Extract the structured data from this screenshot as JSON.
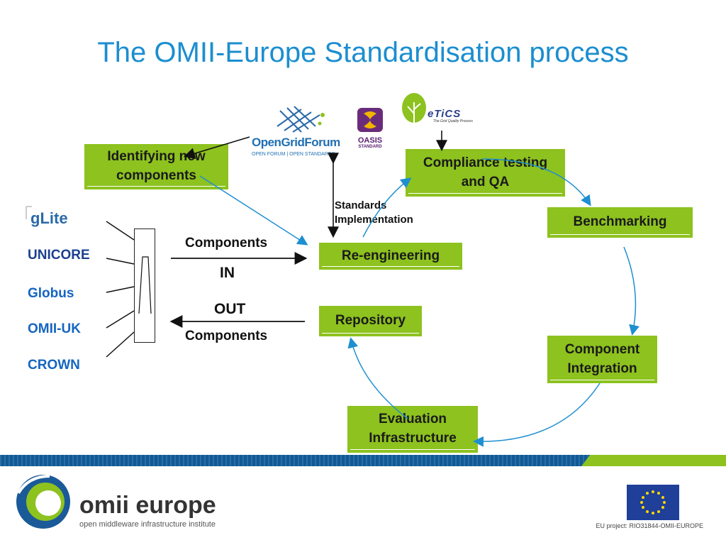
{
  "title": "The OMII-Europe Standardisation process",
  "logos": {
    "ogf": {
      "name": "OpenGridForum",
      "sub": "OPEN FORUM | OPEN STANDARDS"
    },
    "oasis": {
      "name": "OASIS",
      "sub": "STANDARD"
    },
    "etics": {
      "name": "eTiCS",
      "sub": "The Grid Quality Process"
    }
  },
  "boxes": {
    "identifying": "Identifying new components",
    "compliance": "Compliance testing and QA",
    "benchmarking": "Benchmarking",
    "reengineering": "Re-engineering",
    "repository": "Repository",
    "integration": "Component Integration",
    "evaluation": "Evaluation Infrastructure"
  },
  "labels": {
    "standards": "Standards",
    "implementation": "Implementation",
    "components_in": "Components",
    "in": "IN",
    "out": "OUT",
    "components_out": "Components"
  },
  "sources": {
    "glite": "gLite",
    "unicore": "UNICORE",
    "globus": "Globus",
    "omii_uk": "OMII-UK",
    "crown": "CROWN"
  },
  "footer": {
    "logo_main": "omii europe",
    "logo_tagline": "open middleware infrastructure institute",
    "eu_caption": "EU project: RIO31844-OMII-EUROPE"
  },
  "colors": {
    "title": "#1b8ed0",
    "box_green": "#8dc21f",
    "source_blue": "#1565c0",
    "flow_arrow": "#1e8fd0",
    "footer_blue": "#0f5a96"
  }
}
